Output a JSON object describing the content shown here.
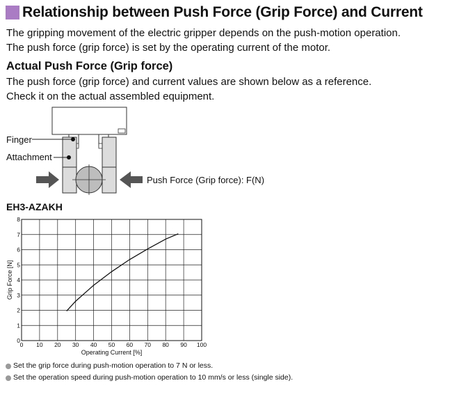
{
  "heading": "Relationship between Push Force (Grip Force) and Current",
  "intro": [
    "The gripping movement of the electric gripper depends on the push-motion operation.",
    "The push force (grip force) is set by the operating current of the motor."
  ],
  "subheading": "Actual Push Force (Grip force)",
  "reference": [
    "The push force (grip force) and current values are shown below as a reference.",
    "Check it on the actual assembled equipment."
  ],
  "diagram": {
    "finger_label": "Finger",
    "attachment_label": "Attachment",
    "push_force_label": "Push Force (Grip force): F(N)"
  },
  "chart_heading": "EH3-AZAKH",
  "chart_data": {
    "type": "line",
    "xlabel": "Operating Current [%]",
    "ylabel": "Grip Force [N]",
    "xlim": [
      0,
      100
    ],
    "ylim": [
      0,
      8
    ],
    "x_ticks": [
      "0",
      "10",
      "20",
      "30",
      "40",
      "50",
      "60",
      "70",
      "80",
      "90",
      "100"
    ],
    "y_ticks": [
      "0",
      "1",
      "2",
      "3",
      "4",
      "5",
      "6",
      "7",
      "8"
    ],
    "grid": true,
    "series": [
      {
        "x": [
          25,
          30,
          40,
          50,
          60,
          70,
          80,
          87
        ],
        "y": [
          1.95,
          2.6,
          3.65,
          4.55,
          5.35,
          6.05,
          6.7,
          7.05
        ]
      }
    ]
  },
  "notes": [
    "Set the grip force during push-motion operation to 7 N or less.",
    "Set the operation speed during push-motion operation to 10 mm/s or less (single side)."
  ],
  "colors": {
    "accent": "#a97cc4",
    "arrow": "#555555",
    "part": "#dcdcdc"
  }
}
